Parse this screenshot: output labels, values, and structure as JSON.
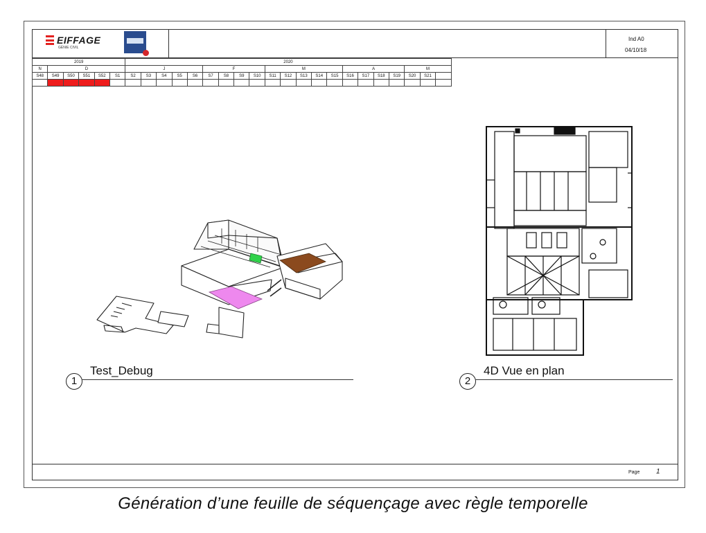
{
  "header": {
    "company": "EIFFAGE",
    "company_sub": "GÉNIE CIVIL",
    "revision": "Ind A0",
    "date": "04/10/18"
  },
  "calendar": {
    "years": [
      {
        "label": "2019",
        "span": 6
      },
      {
        "label": "2020",
        "span": 21
      }
    ],
    "months": [
      {
        "label": "N",
        "span": 1
      },
      {
        "label": "D",
        "span": 5
      },
      {
        "label": "J",
        "span": 5
      },
      {
        "label": "F",
        "span": 4
      },
      {
        "label": "M",
        "span": 5
      },
      {
        "label": "A",
        "span": 4
      },
      {
        "label": "M",
        "span": 3
      }
    ],
    "weeks": [
      "S48",
      "S49",
      "S50",
      "S51",
      "S52",
      "S1",
      "S2",
      "S3",
      "S4",
      "S5",
      "S6",
      "S7",
      "S8",
      "S9",
      "S10",
      "S11",
      "S12",
      "S13",
      "S14",
      "S15",
      "S16",
      "S17",
      "S18",
      "S19",
      "S20",
      "S21"
    ],
    "highlighted_weeks": [
      "S49",
      "S50",
      "S51",
      "S52"
    ],
    "highlight_color": "#ee1c1c"
  },
  "views": [
    {
      "number": "1",
      "title": "Test_Debug"
    },
    {
      "number": "2",
      "title": "4D Vue en plan"
    }
  ],
  "model_colors": {
    "green": "#2fd24a",
    "brown": "#8b4a1e",
    "pink": "#ee88ee"
  },
  "footer": {
    "page_label": "Page",
    "page_number": "1"
  },
  "caption": "Génération d’une feuille de séquençage avec règle temporelle"
}
